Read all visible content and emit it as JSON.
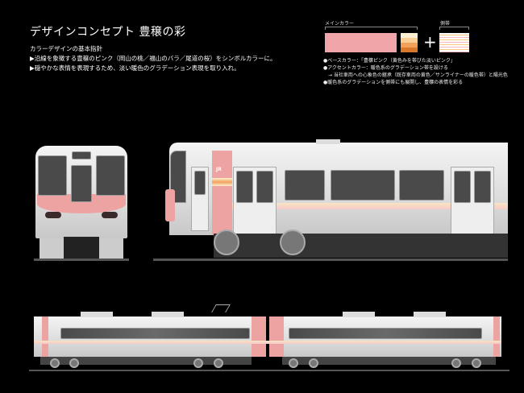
{
  "header": {
    "title": "デザインコンセプト 豊穣の彩",
    "subtitle": "カラーデザインの基本指針",
    "points": [
      "▶沿線を象徴する豊穣のピンク（岡山の桃／福山のバラ／尾道の桜）をシンボルカラーに。",
      "▶穏やかな表情を表現するため、淡い暖色のグラデーション表現を取り入れ。"
    ]
  },
  "palette": {
    "main_label": "メインカラー",
    "side_label": "側帯",
    "plus": "+",
    "colors": {
      "base_pink": "#f0a5a8",
      "gradient": [
        "#fdf0d2",
        "#f9cf95",
        "#f1a25a",
        "#d9782a"
      ],
      "stripe": [
        "#f7c97a",
        "#f6b7bf",
        "#fff"
      ]
    },
    "notes": [
      "●ベースカラー：「豊穣ピンク（黄色みを帯びた淡いピンク」",
      "●アクセントカラー：暖色系のグラデーション帯を設ける",
      "　→ 当社車両への心象色の継承（既存車両の黄色／サンライナーの暖色帯）と陽光色",
      "●暖色系のグラデーションを側帯にも展開し、豊穣の表情を彩る"
    ]
  },
  "train": {
    "logo": "JR"
  }
}
